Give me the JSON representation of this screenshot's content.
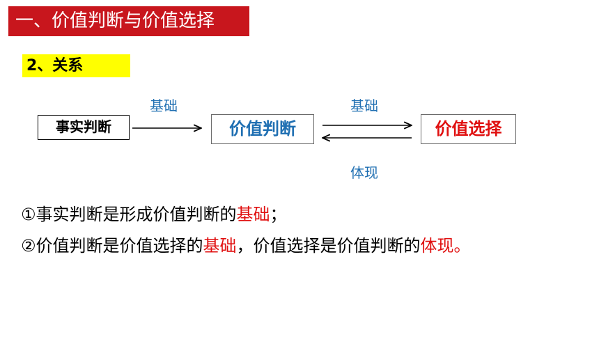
{
  "title": "一、价值判断与价值选择",
  "subheading": "2、关系",
  "diagram": {
    "nodes": {
      "fact": "事实判断",
      "value_judgment": "价值判断",
      "value_choice": "价值选择"
    },
    "edges": {
      "fact_to_judgment": "基础",
      "judgment_to_choice": "基础",
      "choice_to_judgment": "体现"
    }
  },
  "statements": [
    {
      "prefix": "①事实判断是形成价值判断的",
      "highlight": "基础",
      "suffix": "；"
    },
    {
      "prefix": "②价值判断是价值选择的",
      "highlight": "基础",
      "middle": "，价值选择是价值判断的",
      "highlight2": "体现。"
    }
  ],
  "colors": {
    "banner": "#c8161d",
    "highlight_bg": "#ffff00",
    "blue": "#1f6fb2",
    "red": "#e01010"
  }
}
